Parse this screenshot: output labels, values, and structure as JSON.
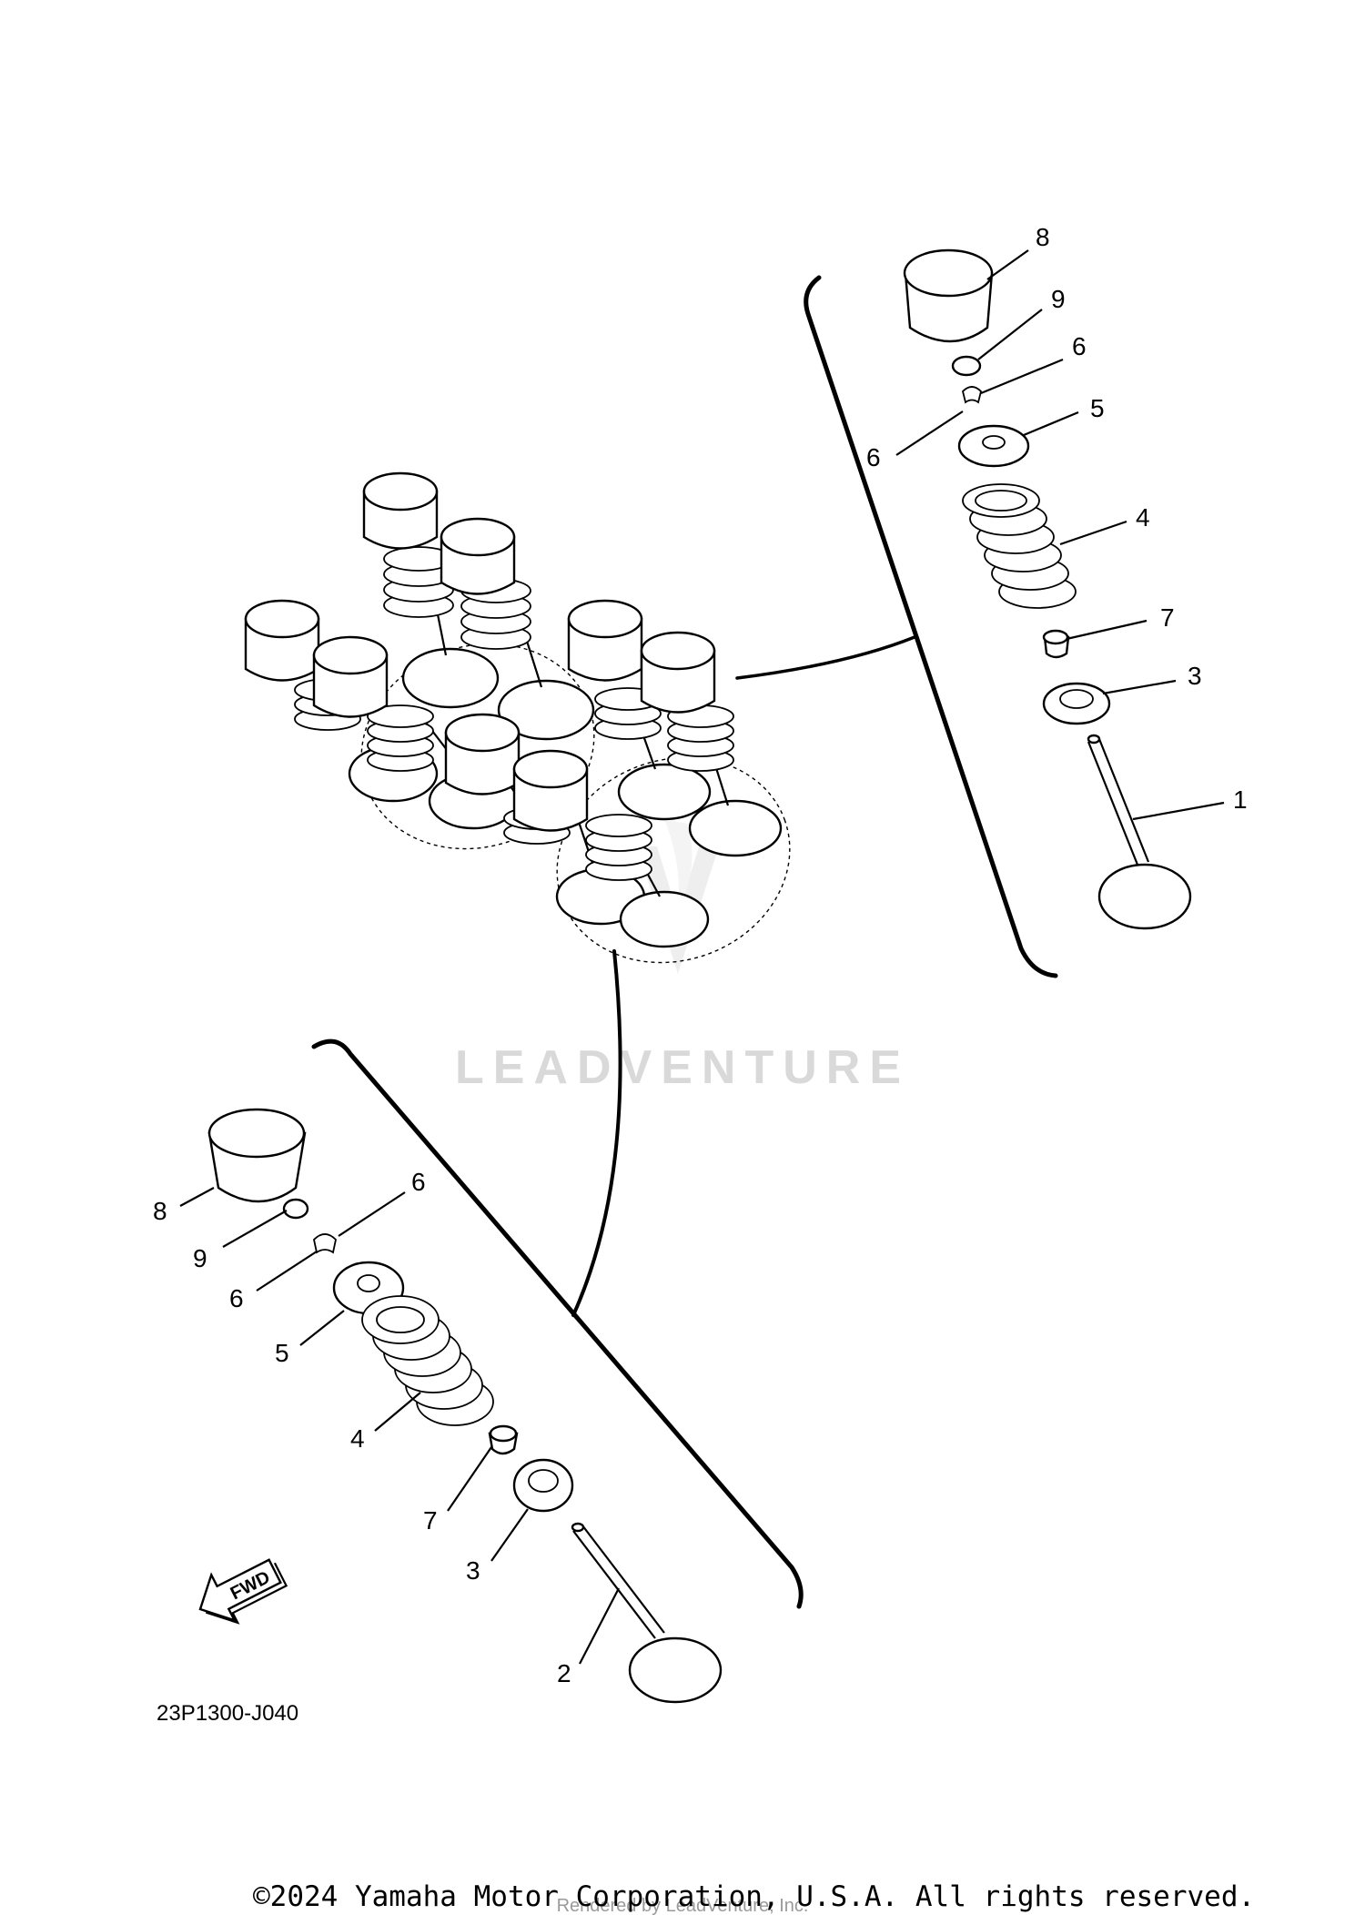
{
  "diagram": {
    "part_code": "23P1300-J040",
    "fwd_label": "FWD",
    "watermark": "LEADVENTURE",
    "rendered_by": "Rendered by LeadVenture, Inc.",
    "copyright": "©2024 Yamaha Motor Corporation, U.S.A. All rights reserved.",
    "callouts_upper": [
      "8",
      "9",
      "6",
      "6",
      "5",
      "4",
      "7",
      "3",
      "1"
    ],
    "callouts_lower": [
      "8",
      "9",
      "6",
      "6",
      "5",
      "4",
      "7",
      "3",
      "2"
    ]
  }
}
